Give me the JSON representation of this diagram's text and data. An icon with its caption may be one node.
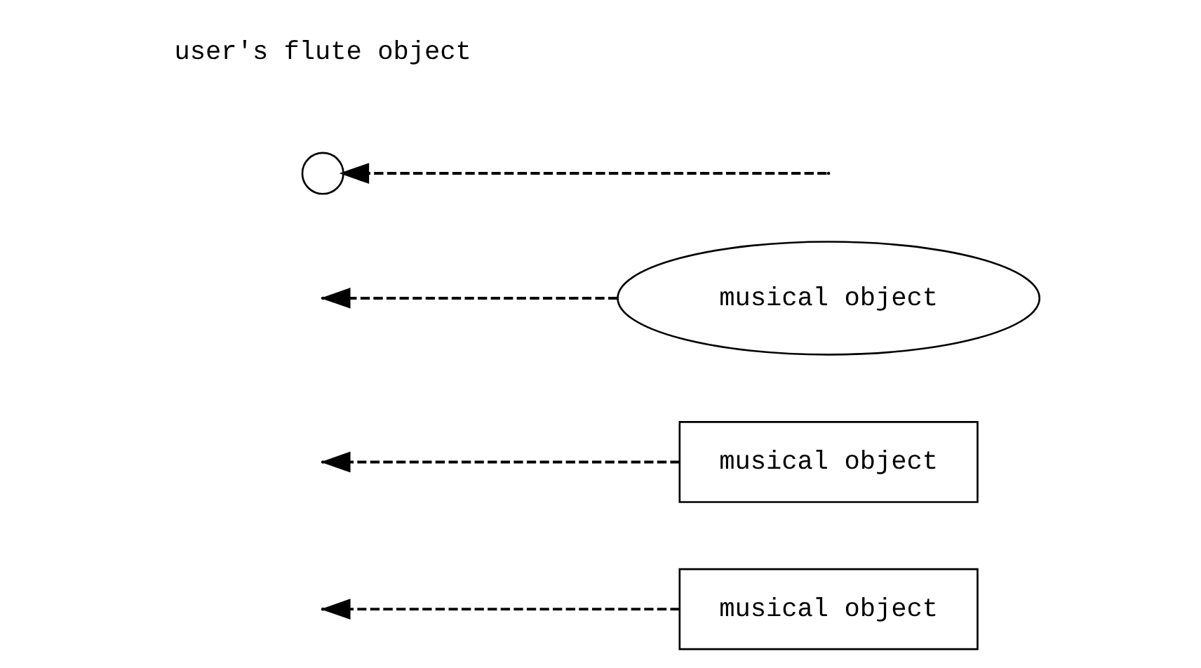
{
  "diagram": {
    "nodes": [
      {
        "text": [
          "musical object"
        ]
      },
      {
        "text": [
          "musical object"
        ]
      },
      {
        "text": [
          "musical object"
        ]
      },
      {
        "text": [],
        "shape": "circle",
        "beside": [
          "user's flute object"
        ]
      }
    ],
    "edges": [
      {
        "from": 0,
        "to": null,
        "arrow": "to",
        "style": "dashed"
      },
      {
        "from": 1,
        "to": null,
        "arrow": "to",
        "style": "dashed"
      },
      {
        "from": 2,
        "to": null,
        "arrow": "to",
        "style": "dashed"
      },
      {
        "from": null,
        "to": 3,
        "arrow": "to",
        "style": "dashed"
      }
    ]
  }
}
